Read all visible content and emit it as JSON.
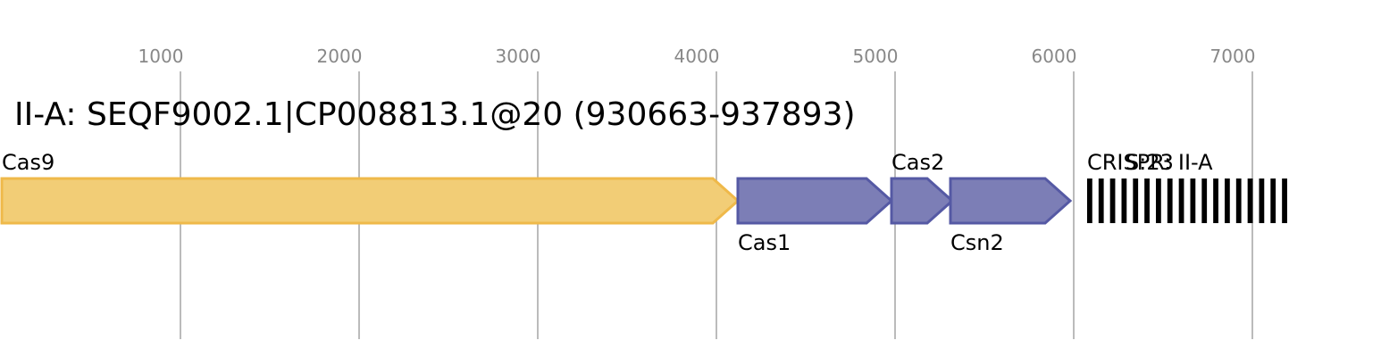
{
  "title": "II-A: SEQF9002.1|CP008813.1@20 (930663-937893)",
  "axis": {
    "ticks": [
      1000,
      2000,
      3000,
      4000,
      5000,
      6000,
      7000
    ],
    "range": [
      -10,
      7720
    ]
  },
  "colors": {
    "cas9_fill": "#f2cd76",
    "cas9_stroke": "#efb94a",
    "adapt_fill": "#7c7eb6",
    "adapt_stroke": "#5559a4",
    "crispr": "#000000"
  },
  "genes": [
    {
      "name": "Cas9",
      "start": 0,
      "end": 4120,
      "strand": "+",
      "group": "cas9",
      "label_pos": "above"
    },
    {
      "name": "Cas1",
      "start": 4120,
      "end": 4980,
      "strand": "+",
      "group": "adapt",
      "label_pos": "below"
    },
    {
      "name": "Cas2",
      "start": 4980,
      "end": 5320,
      "strand": "+",
      "group": "adapt",
      "label_pos": "above"
    },
    {
      "name": "Csn2",
      "start": 5310,
      "end": 5980,
      "strand": "+",
      "group": "adapt",
      "label_pos": "below"
    }
  ],
  "crispr": {
    "label": "CRISPR: II-A",
    "spacers_label": "S:23",
    "start": 6075,
    "end": 7230,
    "repeat_count": 18
  }
}
